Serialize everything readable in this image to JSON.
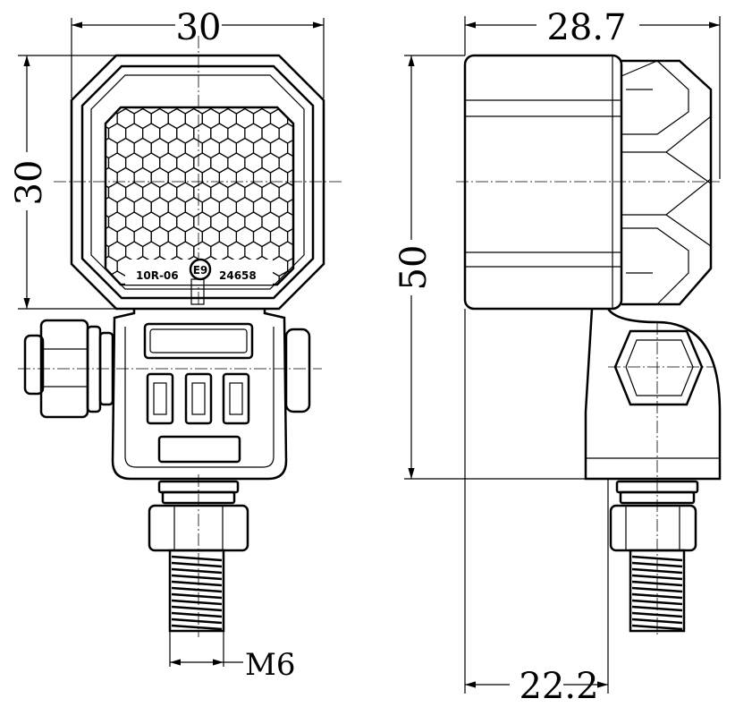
{
  "front_view": {
    "width_dim": "30",
    "height_dim": "30",
    "thread_dim": "M6",
    "lens_markings": {
      "approval": "10R-06",
      "emark": "E9",
      "number": "24658"
    }
  },
  "side_view": {
    "depth_dim": "28.7",
    "height_dim": "50",
    "base_dim": "22.2"
  }
}
